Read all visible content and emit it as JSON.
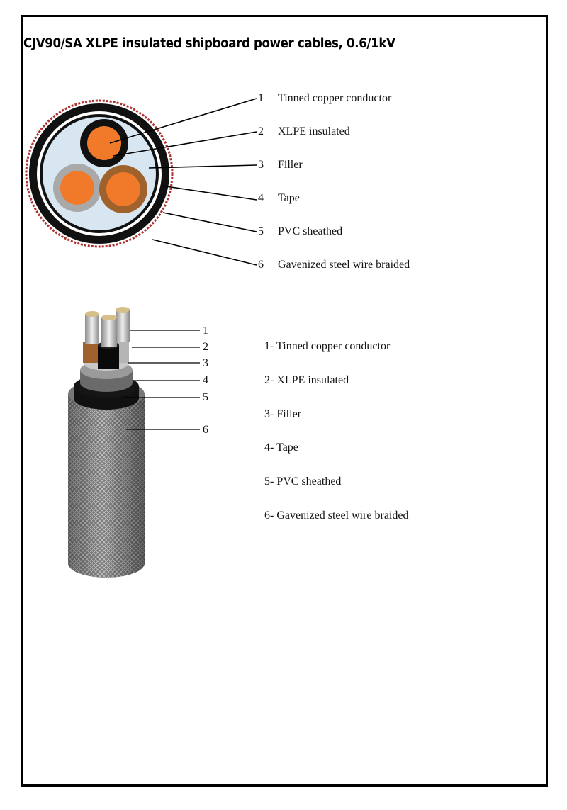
{
  "title": "CJV90/SA  XLPE insulated shipboard power cables, 0.6/1kV",
  "cross_section_callouts": [
    {
      "number": "1",
      "label": "Tinned copper conductor"
    },
    {
      "number": "2",
      "label": "XLPE insulated"
    },
    {
      "number": "3",
      "label": "Filler"
    },
    {
      "number": "4",
      "label": "Tape"
    },
    {
      "number": "5",
      "label": "PVC sheathed"
    },
    {
      "number": "6",
      "label": "Gavenized steel wire braided"
    }
  ],
  "side_view_numbers": [
    "1",
    "2",
    "3",
    "4",
    "5",
    "6"
  ],
  "legend": [
    "1- Tinned copper conductor",
    "2- XLPE insulated",
    "3- Filler",
    "4- Tape",
    "5- PVC sheathed",
    "6- Gavenized steel wire braided"
  ],
  "colors": {
    "copper": "#f07a2a",
    "insulation_black": "#111111",
    "insulation_grey": "#a9a9a9",
    "insulation_brown": "#a0622d",
    "filler": "#d8e6f2",
    "braid": "#8a8a8a",
    "braid_red": "#b03030"
  }
}
